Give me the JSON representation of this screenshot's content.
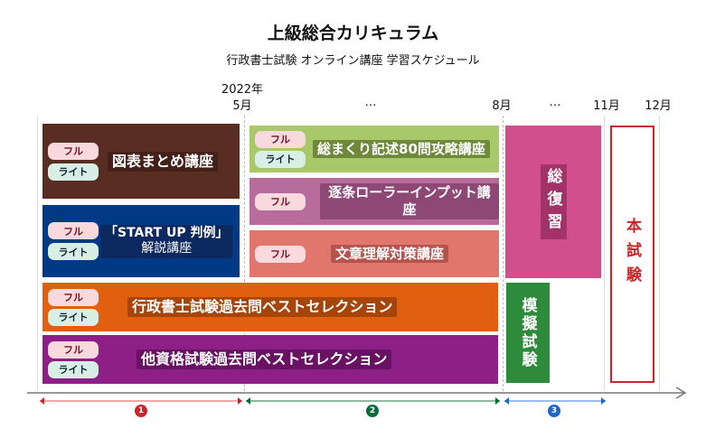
{
  "title": "上級総合カリキュラム",
  "subtitle": "行政書士試験 オンライン講座 学習スケジュール",
  "timeline": {
    "year": "2022年",
    "m5": "5月",
    "dots1": "…",
    "m8": "8月",
    "dots2": "…",
    "m11": "11月",
    "m12": "12月"
  },
  "tags": {
    "full": "フル",
    "lite": "ライト"
  },
  "courses": {
    "zuhyo": "図表まとめ講座",
    "startup1": "「START UP 判例」",
    "startup2": "解説講座",
    "gyosei": "行政書士試験過去問ベストセレクション",
    "tashikaku": "他資格試験過去問ベストセレクション",
    "kijutsu": "総まくり記述80問攻略講座",
    "chikujo": "逐条ローラーインプット講座",
    "bunsho": "文章理解対策講座",
    "fukushu": "総復習",
    "mogi": "模擬試験",
    "honshiken": "本試験"
  },
  "phases": [
    "1",
    "2",
    "3"
  ],
  "colors": {
    "brown": "#5a2d22",
    "blue": "#003a86",
    "orange": "#e06010",
    "purple": "#8e1f86",
    "green": "#a8c86a",
    "mauve": "#b86c9c",
    "salmon": "#e0766c",
    "pink": "#d24f8e",
    "mogi": "#2e8b3b",
    "red": "#c8262a"
  }
}
